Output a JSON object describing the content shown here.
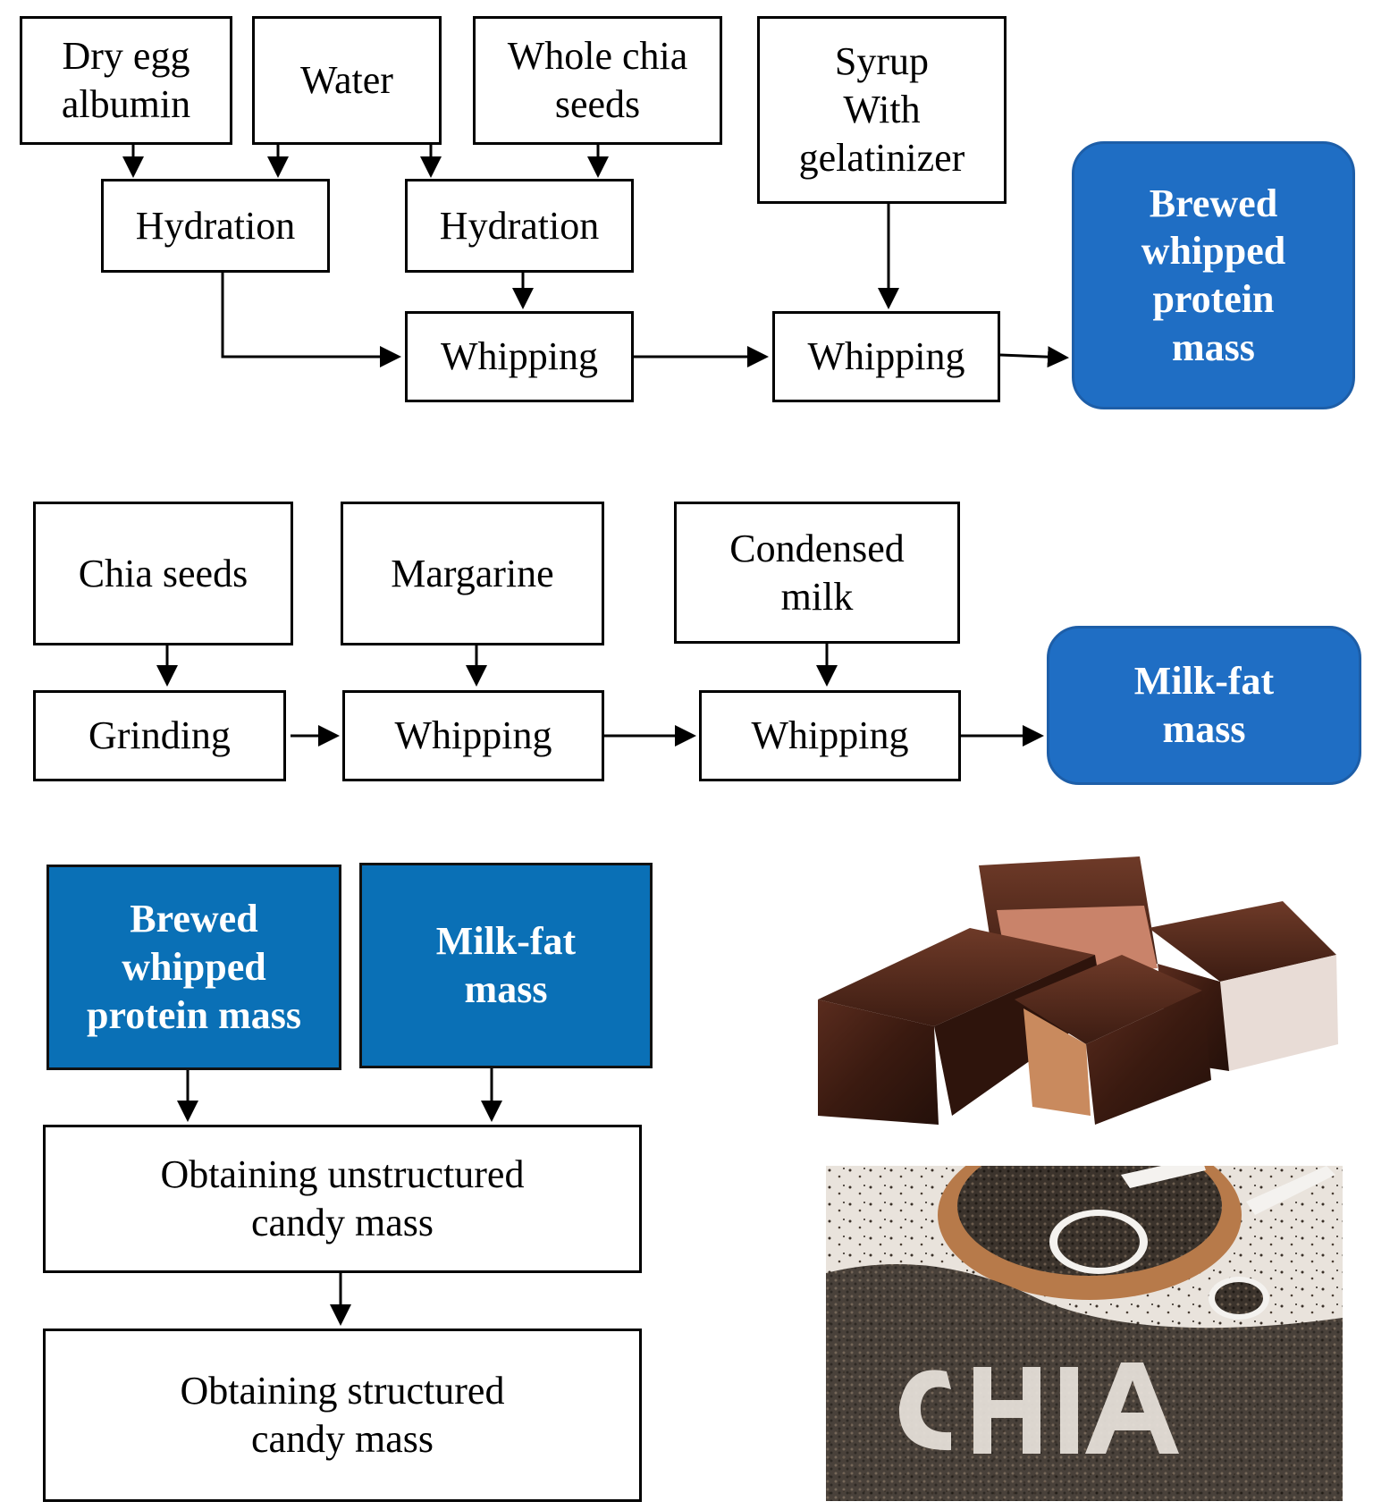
{
  "diagram": {
    "row1": {
      "dry_egg_albumin": "Dry egg\nalbumin",
      "water": "Water",
      "whole_chia_seeds": "Whole chia\nseeds",
      "syrup": "Syrup\nWith\ngelatinizer",
      "hydration_1": "Hydration",
      "hydration_2": "Hydration",
      "whipping_1": "Whipping",
      "whipping_2": "Whipping",
      "result": "Brewed\nwhipped\nprotein\nmass"
    },
    "row2": {
      "chia_seeds": "Chia seeds",
      "margarine": "Margarine",
      "condensed_milk": "Condensed\nmilk",
      "grinding": "Grinding",
      "whipping_1": "Whipping",
      "whipping_2": "Whipping",
      "result": "Milk-fat\nmass"
    },
    "row3": {
      "protein_mass": "Brewed\nwhipped\nprotein mass",
      "milk_fat_mass": "Milk-fat\nmass",
      "unstructured": "Obtaining unstructured\ncandy mass",
      "structured": "Obtaining structured\ncandy mass"
    }
  },
  "colors": {
    "result_blue": "#1f6ec4",
    "final_blue": "#0a70b6",
    "chocolate": "#3a1d14"
  },
  "photos": {
    "candy": "chocolate-covered marshmallow candies",
    "chia": "chia seeds in wooden bowl spelling CHIA"
  }
}
